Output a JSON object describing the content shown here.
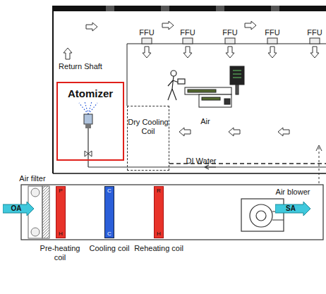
{
  "diagram": {
    "nodes": [
      {
        "text": [
          "Atomizer"
        ]
      },
      {
        "text": [
          "Dry Cooling Coil"
        ]
      },
      {
        "text": [
          "OA"
        ]
      },
      {
        "text": [
          "P",
          "H"
        ]
      },
      {
        "text": [
          "C",
          "C"
        ]
      },
      {
        "text": [
          "R",
          "H"
        ]
      },
      {
        "text": [
          "SA"
        ]
      }
    ],
    "labels": [
      "Return Shaft",
      "FFU",
      "FFU",
      "FFU",
      "FFU",
      "FFU",
      "Air",
      "DI Water",
      "Air filter",
      "Air blower",
      "Pre-heating coil",
      "Cooling coil",
      "Reheating coil"
    ]
  }
}
